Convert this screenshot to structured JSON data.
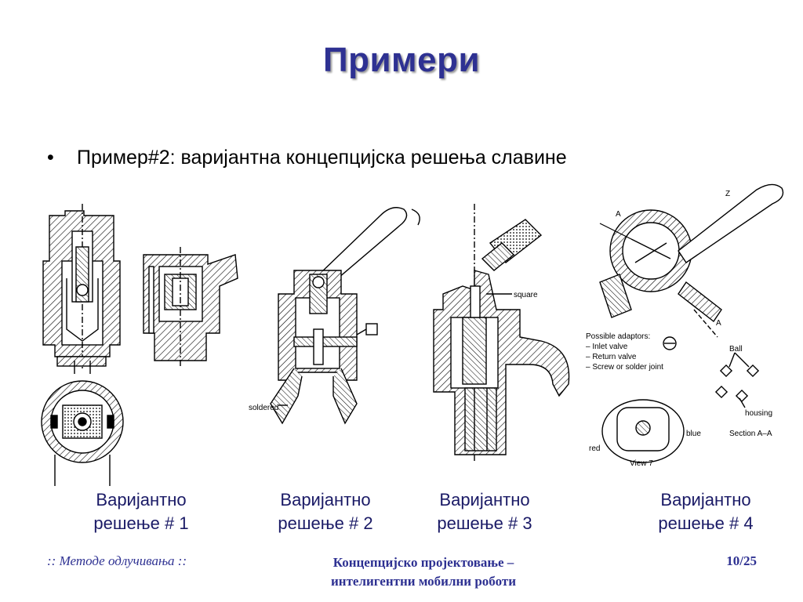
{
  "slide": {
    "title": "Примери",
    "bullet": "Пример#2: варијантна концепцијска решења славине"
  },
  "drawings": {
    "d2": {
      "label_soldered": "soldered"
    },
    "d3": {
      "label_square": "square"
    },
    "d4": {
      "label_a_top": "A",
      "label_a_bottom": "A",
      "label_z": "Z",
      "adaptors_title": "Possible adaptors:",
      "adaptor_1": "– Inlet valve",
      "adaptor_2": "– Return valve",
      "adaptor_3": "– Screw or solder joint",
      "label_ball": "Ball",
      "label_housing": "housing",
      "label_red": "red",
      "label_blue": "blue",
      "label_view": "View 7",
      "label_section": "Section A–A"
    }
  },
  "captions": [
    {
      "line1": "Варијантно",
      "line2": "решење # 1"
    },
    {
      "line1": "Варијантно",
      "line2": "решење # 2"
    },
    {
      "line1": "Варијантно",
      "line2": "решење # 3"
    },
    {
      "line1": "Варијантно",
      "line2": "решење # 4"
    }
  ],
  "footer": {
    "left": ":: Методе одлучивања ::",
    "center_line1": "Концепцијско пројектовање –",
    "center_line2": "интелигентни мобилни роботи",
    "page": "10/25"
  },
  "colors": {
    "title": "#2e3192",
    "caption": "#1a1a66",
    "footer": "#2e3192"
  }
}
